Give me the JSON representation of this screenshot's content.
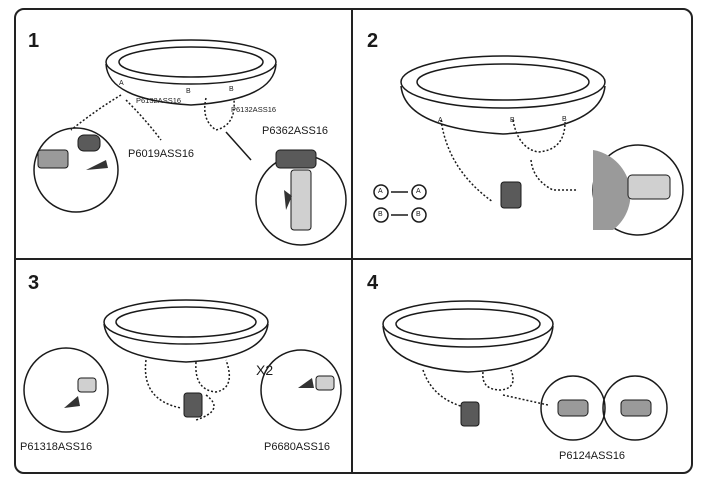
{
  "steps": [
    {
      "number": "1",
      "labels": {
        "hose_a": "P6132ASS16",
        "hose_b": "P6132ASS16",
        "connector": "P6362ASS16",
        "hose_main": "P6019ASS16"
      },
      "port_letters": [
        "A",
        "B",
        "B"
      ]
    },
    {
      "number": "2",
      "legend": [
        {
          "from": "A",
          "to": "A"
        },
        {
          "from": "B",
          "to": "B"
        }
      ],
      "port_letters": [
        "A",
        "B",
        "B"
      ]
    },
    {
      "number": "3",
      "labels": {
        "left_part": "P61318ASS16",
        "right_part": "P6680ASS16",
        "multiplier": "X2"
      }
    },
    {
      "number": "4",
      "labels": {
        "clamp": "P6124ASS16"
      }
    }
  ],
  "colors": {
    "line": "#1a1a1a",
    "fill_gray": "#9a9a9a",
    "dark_gray": "#5a5a5a"
  }
}
